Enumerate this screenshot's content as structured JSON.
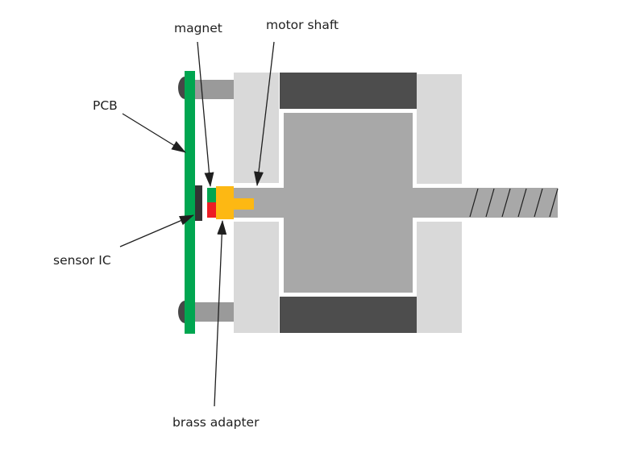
{
  "diagram": {
    "labels": {
      "magnet": "magnet",
      "motor_shaft": "motor shaft",
      "pcb": "PCB",
      "sensor_ic": "sensor IC",
      "brass_adapter": "brass adapter"
    },
    "colors": {
      "background": "#ffffff",
      "pcb-green": "#00a650",
      "magnet-green": "#00a650",
      "magnet-red": "#ed1c24",
      "brass-orange": "#fdb813",
      "body-light-gray": "#d9d9d9",
      "rotor-gray": "#a8a8a8",
      "winding-dark-gray": "#4d4d4d",
      "screw-rod-gray": "#9a9a9a",
      "screw-head-gray": "#474747",
      "sensor-black": "#333333",
      "annotation-black": "#1f1f1f"
    }
  }
}
